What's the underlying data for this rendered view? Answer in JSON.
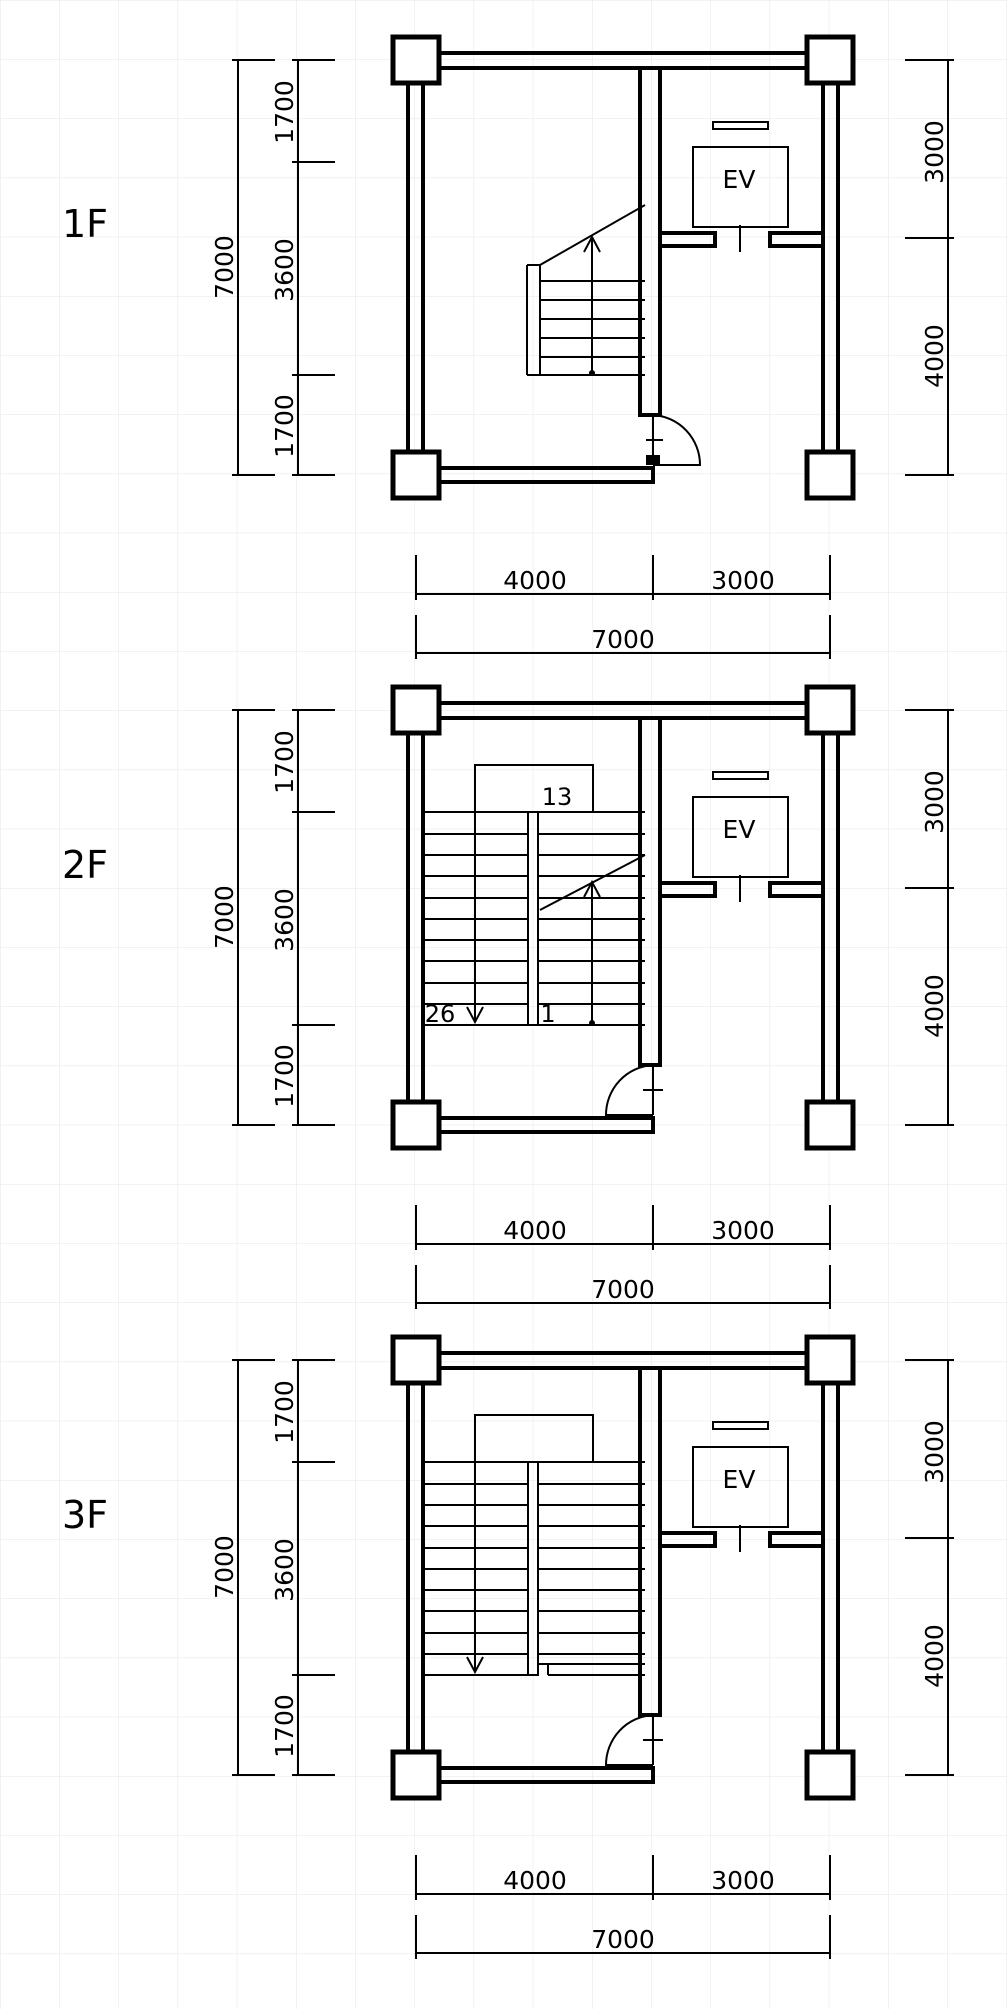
{
  "colors": {
    "background": "#ffffff",
    "grid": "#e4e4e4",
    "line": "#000000"
  },
  "floors": [
    {
      "label": "1F",
      "elevator_label": "EV",
      "stair_numbers": {
        "top": "",
        "bottom_left": "",
        "bottom_right": ""
      },
      "dims": {
        "left_total": "7000",
        "left_top": "1700",
        "left_mid": "3600",
        "left_bot": "1700",
        "right_top": "3000",
        "right_bot": "4000",
        "bottom_left": "4000",
        "bottom_right": "3000",
        "bottom_total": "7000"
      }
    },
    {
      "label": "2F",
      "elevator_label": "EV",
      "stair_numbers": {
        "top": "13",
        "bottom_left": "26",
        "bottom_right": "1"
      },
      "dims": {
        "left_total": "7000",
        "left_top": "1700",
        "left_mid": "3600",
        "left_bot": "1700",
        "right_top": "3000",
        "right_bot": "4000",
        "bottom_left": "4000",
        "bottom_right": "3000",
        "bottom_total": "7000"
      }
    },
    {
      "label": "3F",
      "elevator_label": "EV",
      "stair_numbers": {
        "top": "",
        "bottom_left": "",
        "bottom_right": ""
      },
      "dims": {
        "left_total": "7000",
        "left_top": "1700",
        "left_mid": "3600",
        "left_bot": "1700",
        "right_top": "3000",
        "right_bot": "4000",
        "bottom_left": "4000",
        "bottom_right": "3000",
        "bottom_total": "7000"
      }
    }
  ]
}
